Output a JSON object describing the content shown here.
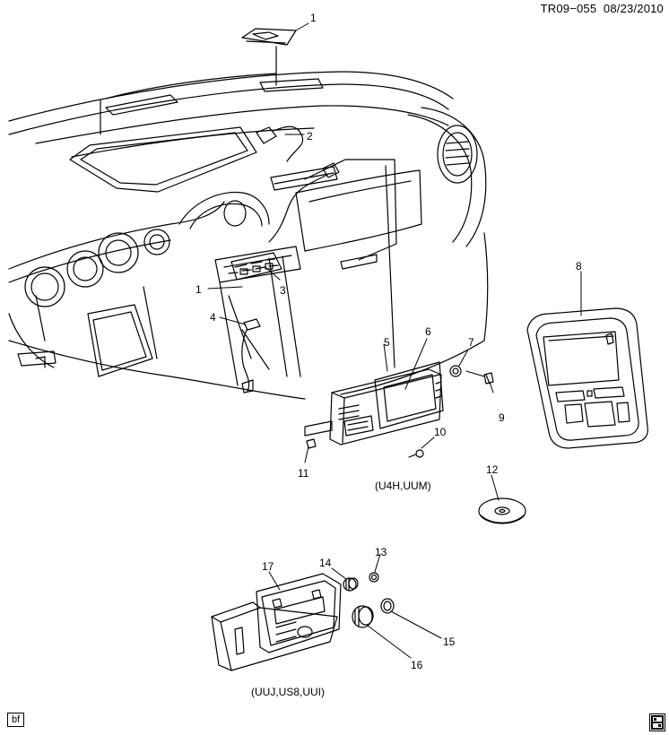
{
  "header": {
    "code": "TR09−055",
    "date": "08/23/2010"
  },
  "callouts": [
    "1",
    "2",
    "1",
    "3",
    "4",
    "5",
    "6",
    "7",
    "8",
    "9",
    "10",
    "11",
    "12",
    "13",
    "14",
    "15",
    "16",
    "17"
  ],
  "captions": {
    "upper_group": "(U4H,UUM)",
    "lower_group": "(UUJ,US8,UUI)"
  },
  "footer": {
    "badge": "bf",
    "logo_icon": "gm-logo-icon"
  }
}
